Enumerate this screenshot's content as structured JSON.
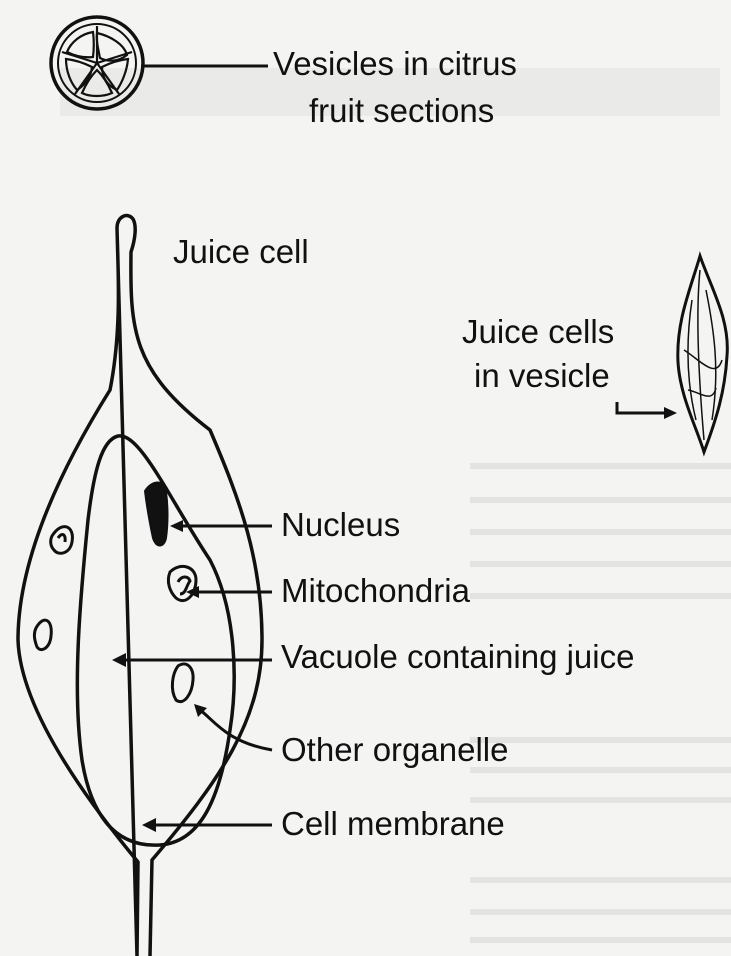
{
  "diagram": {
    "labels": {
      "vesicles": [
        "Vesicles in citrus",
        "fruit sections"
      ],
      "juice_cell": "Juice cell",
      "juice_cells_in_vesicle": [
        "Juice cells",
        "in vesicle"
      ],
      "nucleus": "Nucleus",
      "mitochondria": "Mitochondria",
      "vacuole": "Vacuole containing juice",
      "other_organelle": "Other organelle",
      "cell_membrane": "Cell membrane"
    }
  },
  "colors": {
    "ink": "#111111",
    "paper": "#f4f4f2",
    "bleed_through": "#d0d0d0"
  }
}
